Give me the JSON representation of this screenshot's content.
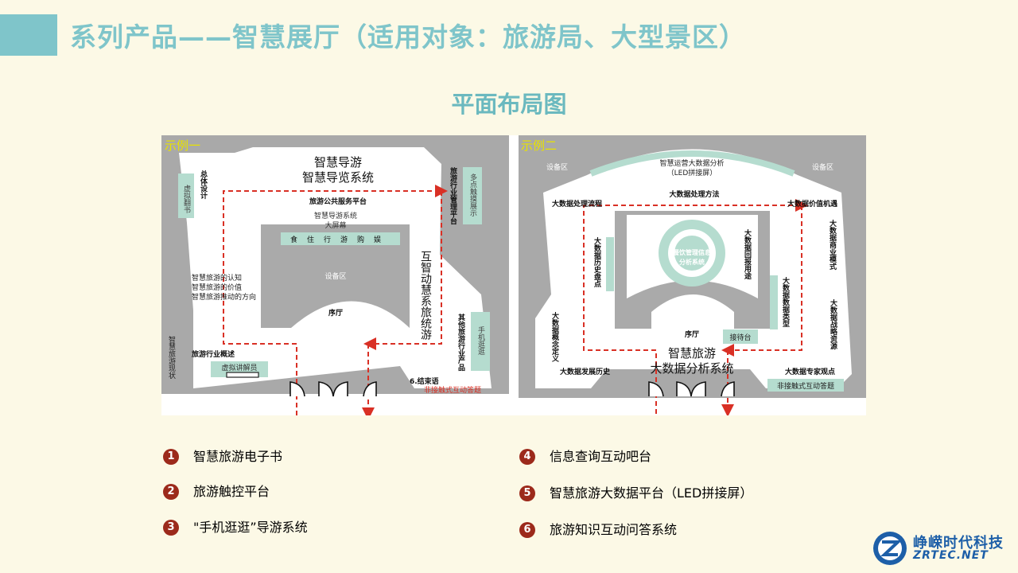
{
  "header": {
    "title": "系列产品——智慧展厅（适用对象：旅游局、大型景区）",
    "subtitle": "平面布局图"
  },
  "plan_one": {
    "tag": "示例一",
    "main_title_1": "智慧导游",
    "main_title_2": "智慧导览系统",
    "area_1": "虚拟翻书",
    "area_2": "总体设计",
    "area_3": "旅游行业管理平台",
    "area_4": "多点触摸展示",
    "area_5": "旅游公共服务平台",
    "area_6": "智慧导游系统",
    "area_7": "大屏幕",
    "area_8": "食住行游购娱",
    "area_9": "设备区",
    "area_10": "互智动慧系旅统游",
    "area_11": "智慧旅游的认知",
    "area_12": "智慧旅游的价值",
    "area_13": "智慧旅游推动的方向",
    "area_14": "序厅",
    "area_15": "其他旅游行业产品",
    "area_16": "手机逛逛",
    "area_17": "智慧旅游现状",
    "area_18": "旅游行业概述",
    "area_19": "虚拟讲解员",
    "area_20": "6.结束语",
    "area_21": "非接触式互动答题"
  },
  "plan_two": {
    "tag": "示例二",
    "equip_left": "设备区",
    "equip_right": "设备区",
    "led_1": "智慧运营大数据分析",
    "led_2": "（LED拼接屏）",
    "area_1": "大数据处理方法",
    "area_2": "大数据处理流程",
    "area_3": "大数据价值机遇",
    "area_4": "大数据商业模式",
    "area_5": "大数据历史盘点",
    "area_6": "餐饮管理信息",
    "area_7": "分析系统",
    "area_8": "大数据回报用途",
    "area_9": "大数据数据类型",
    "area_10": "大数据战略资源",
    "area_11": "大数据概念定义",
    "area_12": "序厅",
    "area_13": "接待台",
    "area_14": "智慧旅游",
    "area_15": "大数据分析系统",
    "area_16": "大数据发展历史",
    "area_17": "大数据专家观点",
    "area_18": "非接触式互动答题"
  },
  "legend": [
    {
      "num": "1",
      "text": "智慧旅游电子书"
    },
    {
      "num": "2",
      "text": "旅游触控平台"
    },
    {
      "num": "3",
      "text": "\"手机逛逛”导游系统"
    },
    {
      "num": "4",
      "text": "信息查询互动吧台"
    },
    {
      "num": "5",
      "text": "智慧旅游大数据平台（LED拼接屏）"
    },
    {
      "num": "6",
      "text": "旅游知识互动问答系统"
    }
  ],
  "logo": {
    "cn": "峥嵘时代科技",
    "en": "ZRTEC.NET"
  },
  "colors": {
    "accent": "#7fc5ca",
    "wall": "#aaaaaa",
    "panel": "#b5dccf",
    "path": "#d93025",
    "number_badge": "#9c2a1b"
  }
}
